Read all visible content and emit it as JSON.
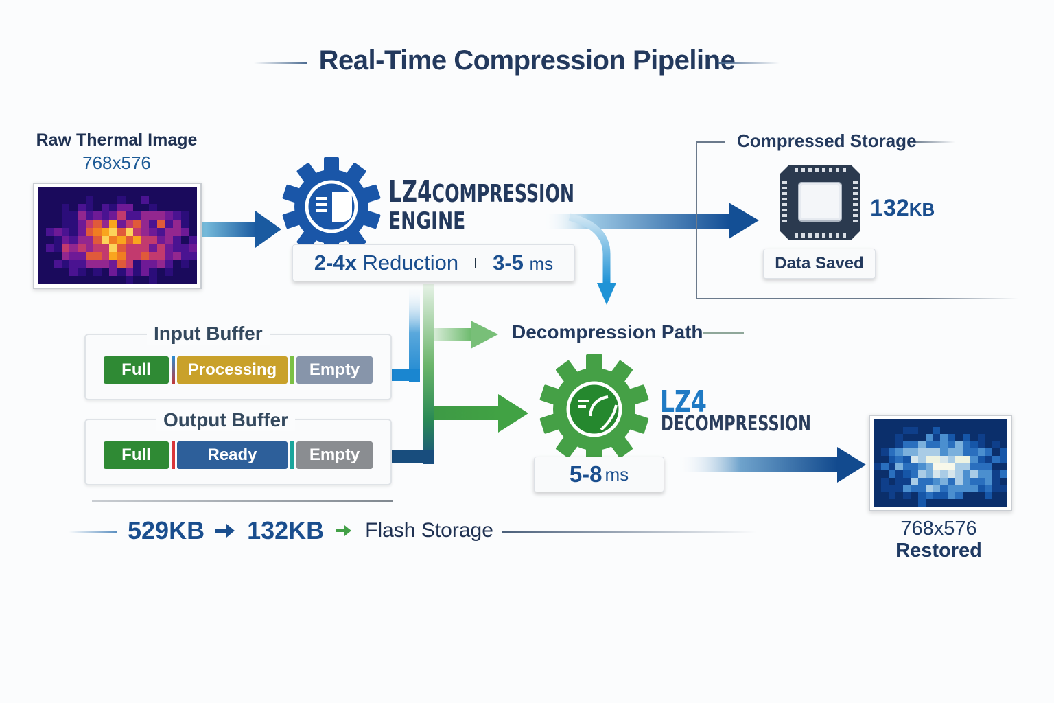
{
  "title": "Real-Time Compression Pipeline",
  "raw_image": {
    "label": "Raw Thermal Image",
    "dimensions": "768x576",
    "colormap": "inferno"
  },
  "compression_engine": {
    "icon": "gear-compress-icon",
    "lz4": "LZ4",
    "name_line1": "COMPRESSION",
    "name_line2": "ENGINE",
    "reduction_value": "2-4x",
    "reduction_label": "Reduction",
    "time_value": "3-5",
    "time_unit": "ms",
    "color": "#1a56a8"
  },
  "compressed_storage": {
    "title": "Compressed Storage",
    "icon": "chip-icon",
    "size_value": "132",
    "size_unit": "KB",
    "status_label": "Data Saved"
  },
  "input_buffer": {
    "title": "Input Buffer",
    "segments": [
      {
        "label": "Full",
        "color": "#2f8a34"
      },
      {
        "label": "Processing",
        "color": "#c9a12a"
      },
      {
        "label": "Empty",
        "color": "#8795aa"
      }
    ]
  },
  "output_buffer": {
    "title": "Output Buffer",
    "segments": [
      {
        "label": "Full",
        "color": "#2f8a34"
      },
      {
        "label": "Ready",
        "color": "#2d5f9a"
      },
      {
        "label": "Empty",
        "color": "#8a8d91"
      }
    ]
  },
  "decompression": {
    "path_title": "Decompression Path",
    "icon": "gear-decompress-icon",
    "lz4": "LZ4",
    "name": "DECOMPRESSION",
    "time_value": "5-8",
    "time_unit": "ms",
    "color": "#3d9a3d"
  },
  "restored_image": {
    "dimensions": "768x576",
    "label": "Restored",
    "colormap": "blues"
  },
  "summary": {
    "original_size": "529KB",
    "compressed_size": "132KB",
    "destination": "Flash Storage"
  }
}
